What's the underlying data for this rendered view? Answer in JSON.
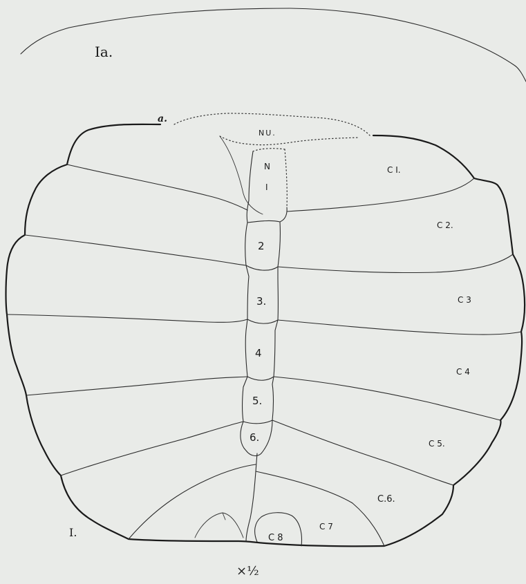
{
  "figure": {
    "fig_1a_label": "Ia.",
    "fig_1_label": "I.",
    "point_a_label": "a.",
    "scale_label": "×½"
  },
  "scutes": {
    "nuchal": "NU.",
    "neurals": [
      "N",
      "I",
      "2",
      "3.",
      "4",
      "5.",
      "6."
    ],
    "costals": [
      "C I.",
      "C 2.",
      "C 3",
      "C 4",
      "C 5.",
      "C.6.",
      "C 7",
      "C 8"
    ]
  }
}
